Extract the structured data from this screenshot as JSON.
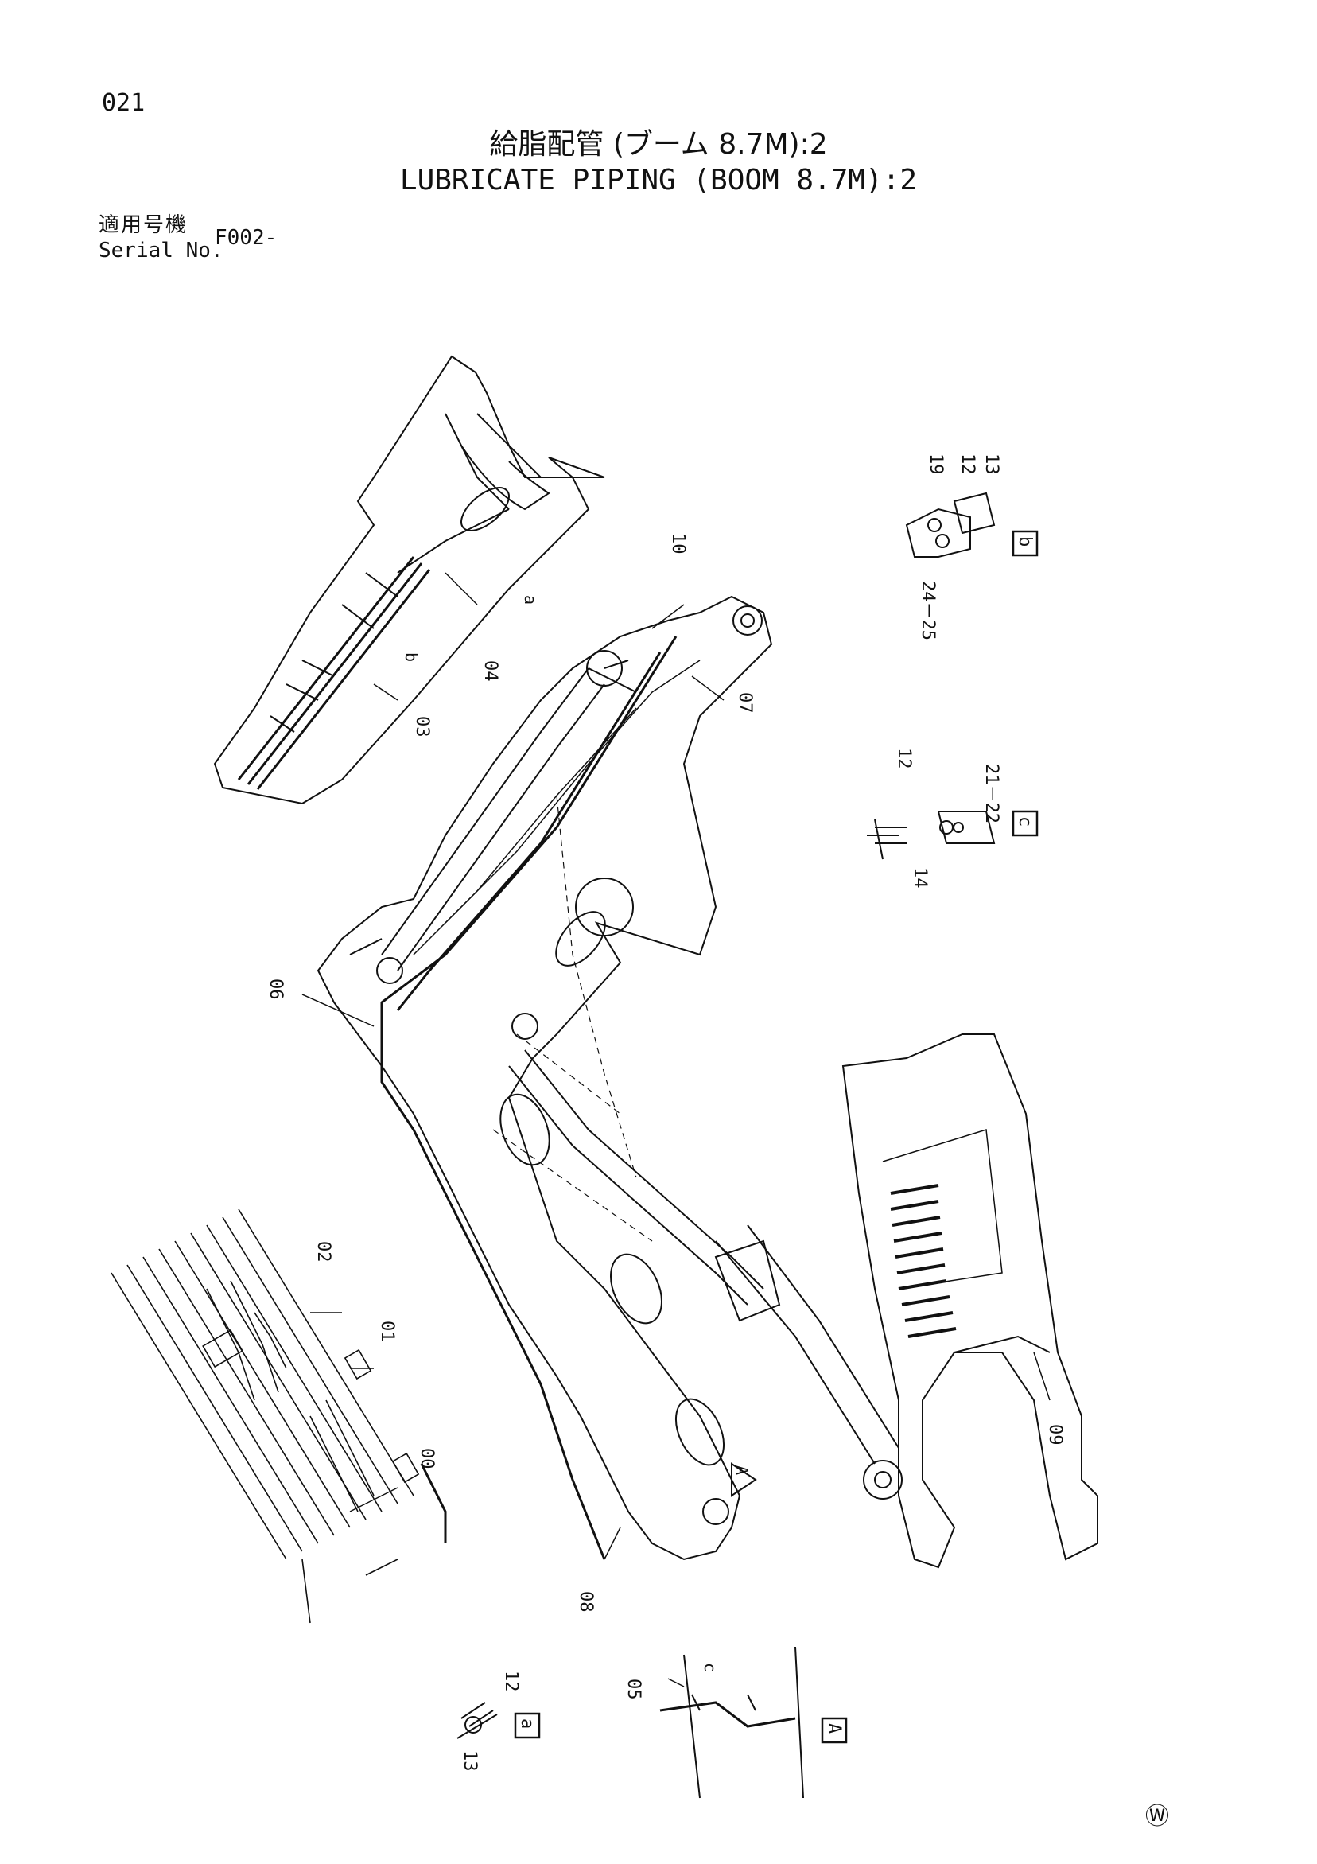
{
  "header": {
    "page_number": "021",
    "title_jp": "給脂配管 (ブーム 8.7M):2",
    "title_en": "LUBRICATE PIPING (BOOM 8.7M):2",
    "serial_label_jp": "適用号機",
    "serial_label_en": "Serial No.",
    "serial_value": "F002-"
  },
  "callouts": {
    "c00": "00",
    "c01": "01",
    "c02": "02",
    "c03": "03",
    "c04": "04",
    "c05": "05",
    "c06": "06",
    "c07": "07",
    "c08": "08",
    "c09": "09",
    "c10": "10",
    "c12_b": "12",
    "c12_c": "12",
    "c12_a": "12",
    "c13_b": "13",
    "c13_a": "13",
    "c14": "14",
    "c19": "19",
    "c21_22": "21－22",
    "c24_25": "24－25"
  },
  "detail_labels": {
    "a_small": "a",
    "b_small": "b",
    "c_small": "c",
    "box_a": "a",
    "box_b": "b",
    "box_c": "c",
    "box_A": "A",
    "marker_A": "A"
  },
  "footer": {
    "mark": "Ⓦ"
  }
}
